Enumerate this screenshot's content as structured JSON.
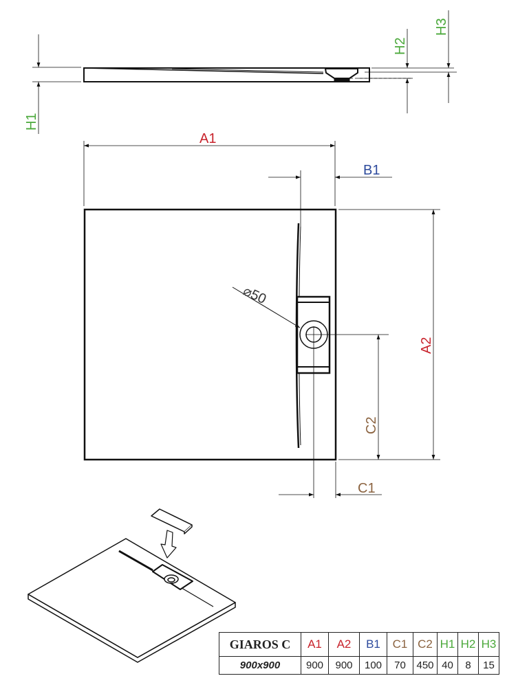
{
  "colors": {
    "a": "#c8232c",
    "b": "#2d4a9c",
    "c": "#8b6340",
    "h": "#4aa83a",
    "line": "#111111"
  },
  "labels": {
    "A1": "A1",
    "A2": "A2",
    "B1": "B1",
    "C1": "C1",
    "C2": "C2",
    "H1": "H1",
    "H2": "H2",
    "H3": "H3",
    "diameter": "⌀50"
  },
  "table": {
    "product": "GIAROS C",
    "headers": [
      "A1",
      "A2",
      "B1",
      "C1",
      "C2",
      "H1",
      "H2",
      "H3"
    ],
    "rows": [
      {
        "model": "900x900",
        "values": [
          "900",
          "900",
          "100",
          "70",
          "450",
          "40",
          "8",
          "15"
        ]
      }
    ]
  }
}
